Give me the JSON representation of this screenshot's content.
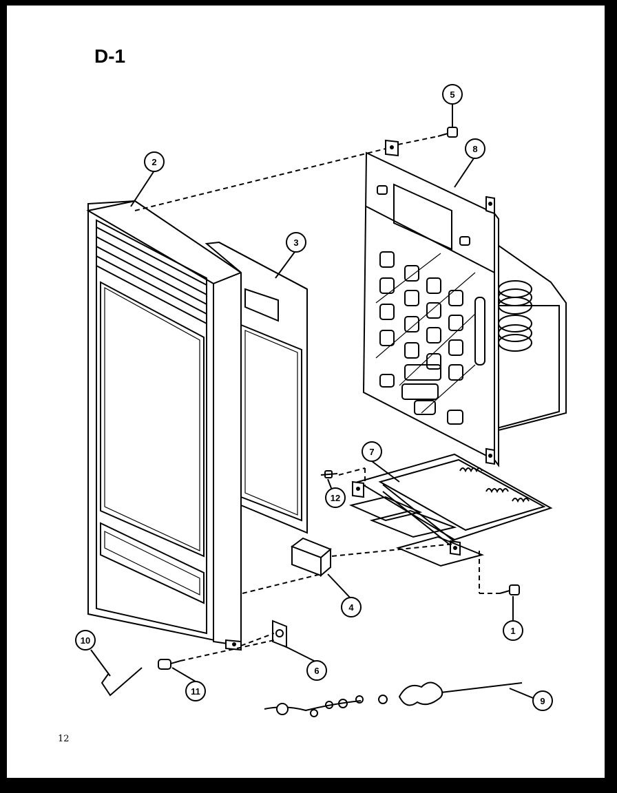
{
  "title": "D-1",
  "page_number": "12",
  "callouts": [
    {
      "id": "callout-1",
      "label": "1"
    },
    {
      "id": "callout-2",
      "label": "2"
    },
    {
      "id": "callout-3",
      "label": "3"
    },
    {
      "id": "callout-4",
      "label": "4"
    },
    {
      "id": "callout-5",
      "label": "5"
    },
    {
      "id": "callout-6",
      "label": "6"
    },
    {
      "id": "callout-7",
      "label": "7"
    },
    {
      "id": "callout-8",
      "label": "8"
    },
    {
      "id": "callout-9",
      "label": "9"
    },
    {
      "id": "callout-10",
      "label": "10"
    },
    {
      "id": "callout-11",
      "label": "11"
    },
    {
      "id": "callout-12",
      "label": "12"
    }
  ]
}
